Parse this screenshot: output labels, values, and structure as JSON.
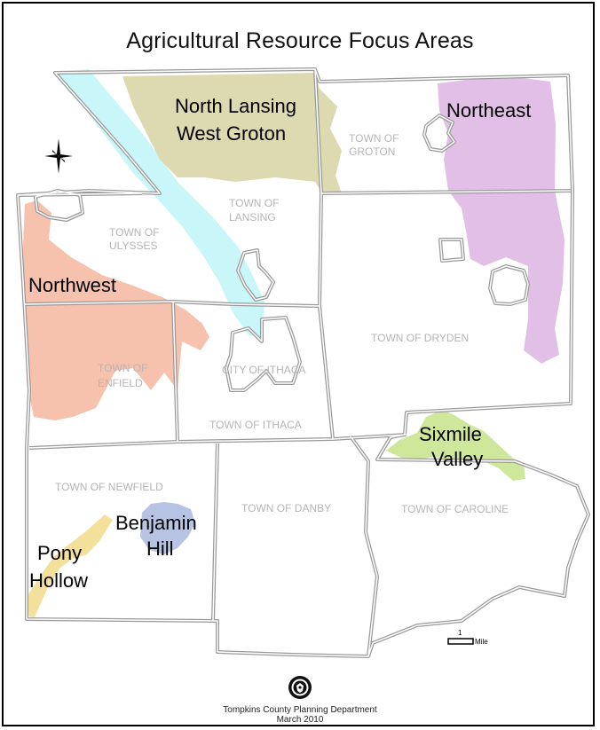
{
  "title": "Agricultural Resource Focus Areas",
  "towns": {
    "groton": [
      "TOWN OF",
      "GROTON"
    ],
    "lansing": [
      "TOWN OF",
      "LANSING"
    ],
    "ulysses": [
      "TOWN OF",
      "ULYSSES"
    ],
    "dryden": "TOWN OF DRYDEN",
    "enfield": [
      "TOWN OF",
      "ENFIELD"
    ],
    "city_ithaca": "CITY OF ITHACA",
    "town_ithaca": "TOWN OF ITHACA",
    "newfield": "TOWN OF NEWFIELD",
    "danby": "TOWN OF DANBY",
    "caroline": "TOWN OF CAROLINE"
  },
  "focus_areas": {
    "north_lansing": [
      "North Lansing",
      "West Groton"
    ],
    "northeast": "Northeast",
    "northwest": "Northwest",
    "sixmile": [
      "Sixmile",
      "Valley"
    ],
    "benjamin": [
      "Benjamin",
      "Hill"
    ],
    "pony": [
      "Pony",
      "Hollow"
    ]
  },
  "colors": {
    "north_lansing": "#ddd9b0",
    "northeast": "#e2bfe6",
    "northwest": "#f6c1ad",
    "sixmile": "#cfe79a",
    "benjamin": "#b6c3e2",
    "pony": "#f3e09a",
    "lake": "#c8f6f9",
    "boundary": "#999999"
  },
  "scale": {
    "number": "1",
    "unit": "Mile"
  },
  "icons": {
    "north_arrow": "compass-rose-icon",
    "seal": "county-seal-icon"
  },
  "credit": {
    "line1": "Tompkins County Planning Department",
    "line2": "March 2010"
  }
}
